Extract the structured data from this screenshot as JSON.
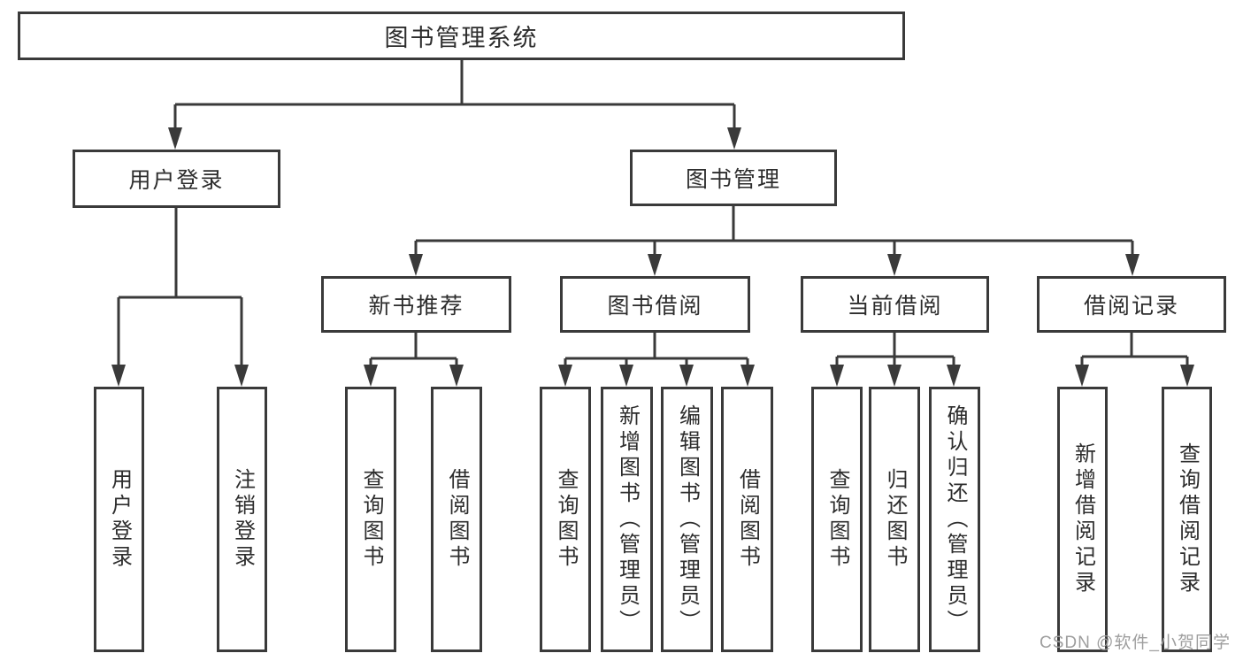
{
  "colors": {
    "line": "#3a3a3a",
    "box_border": "#3a3a3a",
    "text": "#2d2d2d",
    "background": "#ffffff",
    "watermark": "#9e9e9e"
  },
  "diagram": {
    "type": "hierarchy-tree",
    "root": {
      "label": "图书管理系统"
    },
    "level2": [
      {
        "id": "user-login",
        "label": "用户登录"
      },
      {
        "id": "book-management",
        "label": "图书管理"
      }
    ],
    "level3": [
      {
        "id": "new-book-recommend",
        "label": "新书推荐",
        "parent": "book-management"
      },
      {
        "id": "book-borrowing",
        "label": "图书借阅",
        "parent": "book-management"
      },
      {
        "id": "current-borrowing",
        "label": "当前借阅",
        "parent": "book-management"
      },
      {
        "id": "borrowing-records",
        "label": "借阅记录",
        "parent": "book-management"
      }
    ],
    "leaves": {
      "user_login": [
        {
          "label": "用户登录"
        },
        {
          "label": "注销登录"
        }
      ],
      "new_books": [
        {
          "label": "查询图书"
        },
        {
          "label": "借阅图书"
        }
      ],
      "book_borrow": [
        {
          "label": "查询图书"
        },
        {
          "label": "新增图书（管理员）"
        },
        {
          "label": "编辑图书（管理员）"
        },
        {
          "label": "借阅图书"
        }
      ],
      "current_borrow": [
        {
          "label": "查询图书"
        },
        {
          "label": "归还图书"
        },
        {
          "label": "确认归还（管理员）"
        }
      ],
      "borrow_records": [
        {
          "label": "新增借阅记录"
        },
        {
          "label": "查询借阅记录"
        }
      ]
    }
  },
  "watermark": {
    "text": "CSDN @软件_小贺同学"
  }
}
